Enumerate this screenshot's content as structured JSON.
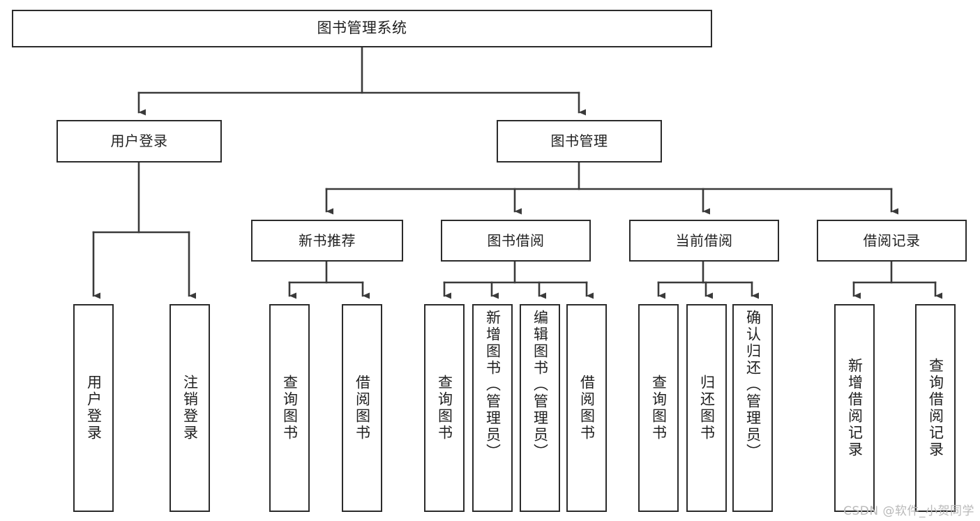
{
  "diagram": {
    "type": "tree",
    "title": "图书管理系统",
    "orientation": "top-down",
    "edge_style": "orthogonal-arrow",
    "colors": {
      "box_border": "#2b2b2b",
      "box_fill": "#ffffff",
      "text": "#1f1f1f",
      "edge": "#3a3a3a",
      "watermark": "#b9b9b9"
    },
    "nodes": {
      "root": {
        "label": "图书管理系统",
        "level": 0
      },
      "level1": [
        {
          "id": "user-login",
          "label": "用户登录"
        },
        {
          "id": "book-management",
          "label": "图书管理"
        }
      ],
      "level2": [
        {
          "id": "new-book-recommend",
          "label": "新书推荐",
          "parent": "book-management"
        },
        {
          "id": "book-borrow",
          "label": "图书借阅",
          "parent": "book-management"
        },
        {
          "id": "current-borrow",
          "label": "当前借阅",
          "parent": "book-management"
        },
        {
          "id": "borrow-record",
          "label": "借阅记录",
          "parent": "book-management"
        }
      ],
      "leaves": [
        {
          "id": "leaf-user-login",
          "label": "用户登录",
          "parent": "user-login"
        },
        {
          "id": "leaf-user-logout",
          "label": "注销登录",
          "parent": "user-login"
        },
        {
          "id": "leaf-query-book-1",
          "label": "查询图书",
          "parent": "new-book-recommend"
        },
        {
          "id": "leaf-borrow-book-1",
          "label": "借阅图书",
          "parent": "new-book-recommend"
        },
        {
          "id": "leaf-query-book-2",
          "label": "查询图书",
          "parent": "book-borrow"
        },
        {
          "id": "leaf-add-book",
          "label": "新增图书（管理员）",
          "parent": "book-borrow"
        },
        {
          "id": "leaf-edit-book",
          "label": "编辑图书（管理员）",
          "parent": "book-borrow"
        },
        {
          "id": "leaf-borrow-book-2",
          "label": "借阅图书",
          "parent": "book-borrow"
        },
        {
          "id": "leaf-query-book-3",
          "label": "查询图书",
          "parent": "current-borrow"
        },
        {
          "id": "leaf-return-book",
          "label": "归还图书",
          "parent": "current-borrow"
        },
        {
          "id": "leaf-confirm-return",
          "label": "确认归还（管理员）",
          "parent": "current-borrow"
        },
        {
          "id": "leaf-add-record",
          "label": "新增借阅记录",
          "parent": "borrow-record"
        },
        {
          "id": "leaf-query-record",
          "label": "查询借阅记录",
          "parent": "borrow-record"
        }
      ]
    }
  },
  "watermark": {
    "text": "CSDN @软件_小贺同学"
  }
}
